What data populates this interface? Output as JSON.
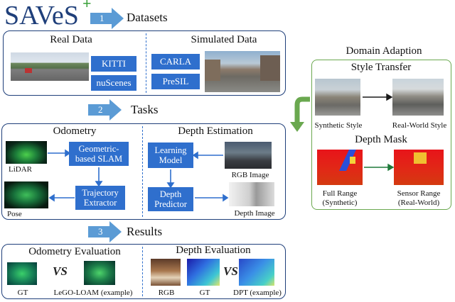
{
  "logo": {
    "text": "SAVeS",
    "plus": "+"
  },
  "steps": [
    {
      "num": "1",
      "label": "Datasets"
    },
    {
      "num": "2",
      "label": "Tasks"
    },
    {
      "num": "3",
      "label": "Results"
    }
  ],
  "datasets": {
    "real": {
      "title": "Real Data",
      "items": [
        "KITTI",
        "nuScenes"
      ]
    },
    "simulated": {
      "title": "Simulated Data",
      "items": [
        "CARLA",
        "PreSIL"
      ]
    }
  },
  "tasks": {
    "odometry": {
      "title": "Odometry",
      "lidar": "LiDAR",
      "slam": "Geometric-based SLAM",
      "traj": "Trajectory Extractor",
      "pose": "Pose"
    },
    "depth": {
      "title": "Depth Estimation",
      "learning": "Learning Model",
      "rgb": "RGB Image",
      "predictor": "Depth Predictor",
      "depth_image": "Depth Image"
    }
  },
  "results": {
    "odometry": {
      "title": "Odometry Evaluation",
      "gt": "GT",
      "vs": "VS",
      "method": "LeGO-LOAM (example)"
    },
    "depth": {
      "title": "Depth Evaluation",
      "rgb": "RGB",
      "gt": "GT",
      "vs": "VS",
      "method": "DPT (example)"
    }
  },
  "domain_adaption": {
    "title": "Domain Adaption",
    "style_transfer": {
      "title": "Style Transfer",
      "left": "Synthetic Style",
      "right": "Real-World Style"
    },
    "depth_mask": {
      "title": "Depth Mask",
      "left_line1": "Full Range",
      "left_line2": "(Synthetic)",
      "right_line1": "Sensor Range",
      "right_line2": "(Real-World)"
    }
  },
  "colors": {
    "accent_blue": "#2f6fcd",
    "panel_border": "#1f3f7a",
    "arrow_blue": "#5b9bd5",
    "green": "#6aa84f"
  }
}
